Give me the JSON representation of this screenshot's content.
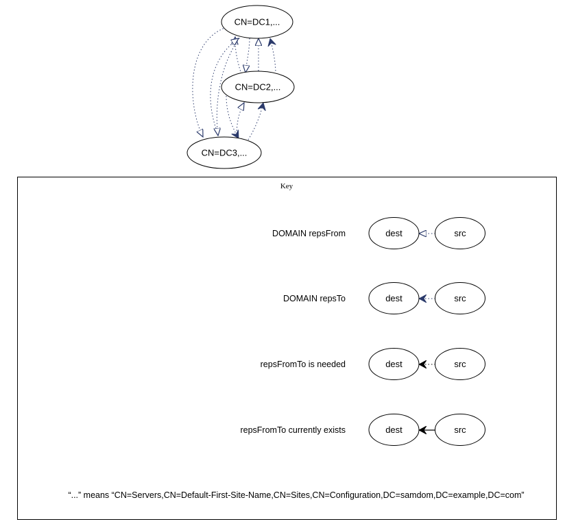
{
  "nodes": {
    "dc1": "CN=DC1,...",
    "dc2": "CN=DC2,...",
    "dc3": "CN=DC3,..."
  },
  "key": {
    "title": "Key",
    "rows": [
      {
        "description": "DOMAIN repsFrom",
        "dest": "dest",
        "src": "src"
      },
      {
        "description": "DOMAIN repsTo",
        "dest": "dest",
        "src": "src"
      },
      {
        "description": "repsFromTo is needed",
        "dest": "dest",
        "src": "src"
      },
      {
        "description": "repsFromTo currently exists",
        "dest": "dest",
        "src": "src"
      }
    ],
    "note": "“...”  means  “CN=Servers,CN=Default-First-Site-Name,CN=Sites,CN=Configuration,DC=samdom,DC=example,DC=com”"
  },
  "colors": {
    "domain_edge": "#2b3a6b",
    "exists_edge": "#000000"
  }
}
